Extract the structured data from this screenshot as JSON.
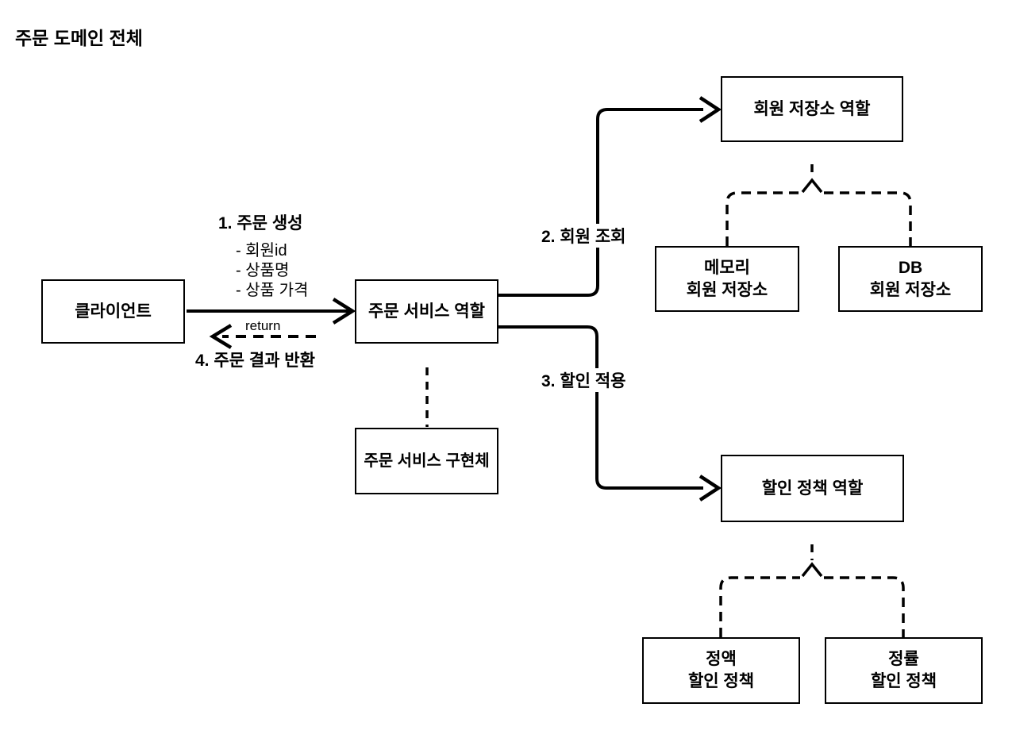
{
  "title": "주문 도메인 전체",
  "boxes": {
    "client": {
      "label": "클라이언트"
    },
    "order_service_role": {
      "label": "주문 서비스 역할"
    },
    "order_service_impl": {
      "label": "주문 서비스 구현체"
    },
    "member_repo_role": {
      "label": "회원 저장소 역할"
    },
    "memory_member_repo": {
      "line1": "메모리",
      "line2": "회원 저장소"
    },
    "db_member_repo": {
      "line1": "DB",
      "line2": "회원 저장소"
    },
    "discount_policy_role": {
      "label": "할인 정책 역할"
    },
    "fixed_discount_policy": {
      "line1": "정액",
      "line2": "할인 정책"
    },
    "rate_discount_policy": {
      "line1": "정률",
      "line2": "할인 정책"
    }
  },
  "messages": {
    "msg1": {
      "label": "1. 주문 생성",
      "params": [
        "- 회원id",
        "- 상품명",
        "- 상품 가격"
      ]
    },
    "msg2": {
      "label": "2. 회원 조회"
    },
    "msg3": {
      "label": "3. 할인 적용"
    },
    "msg4": {
      "label": "4. 주문 결과 반환"
    },
    "return_label": "return"
  },
  "colors": {
    "line": "#000000",
    "background": "#ffffff",
    "text": "#000000"
  }
}
